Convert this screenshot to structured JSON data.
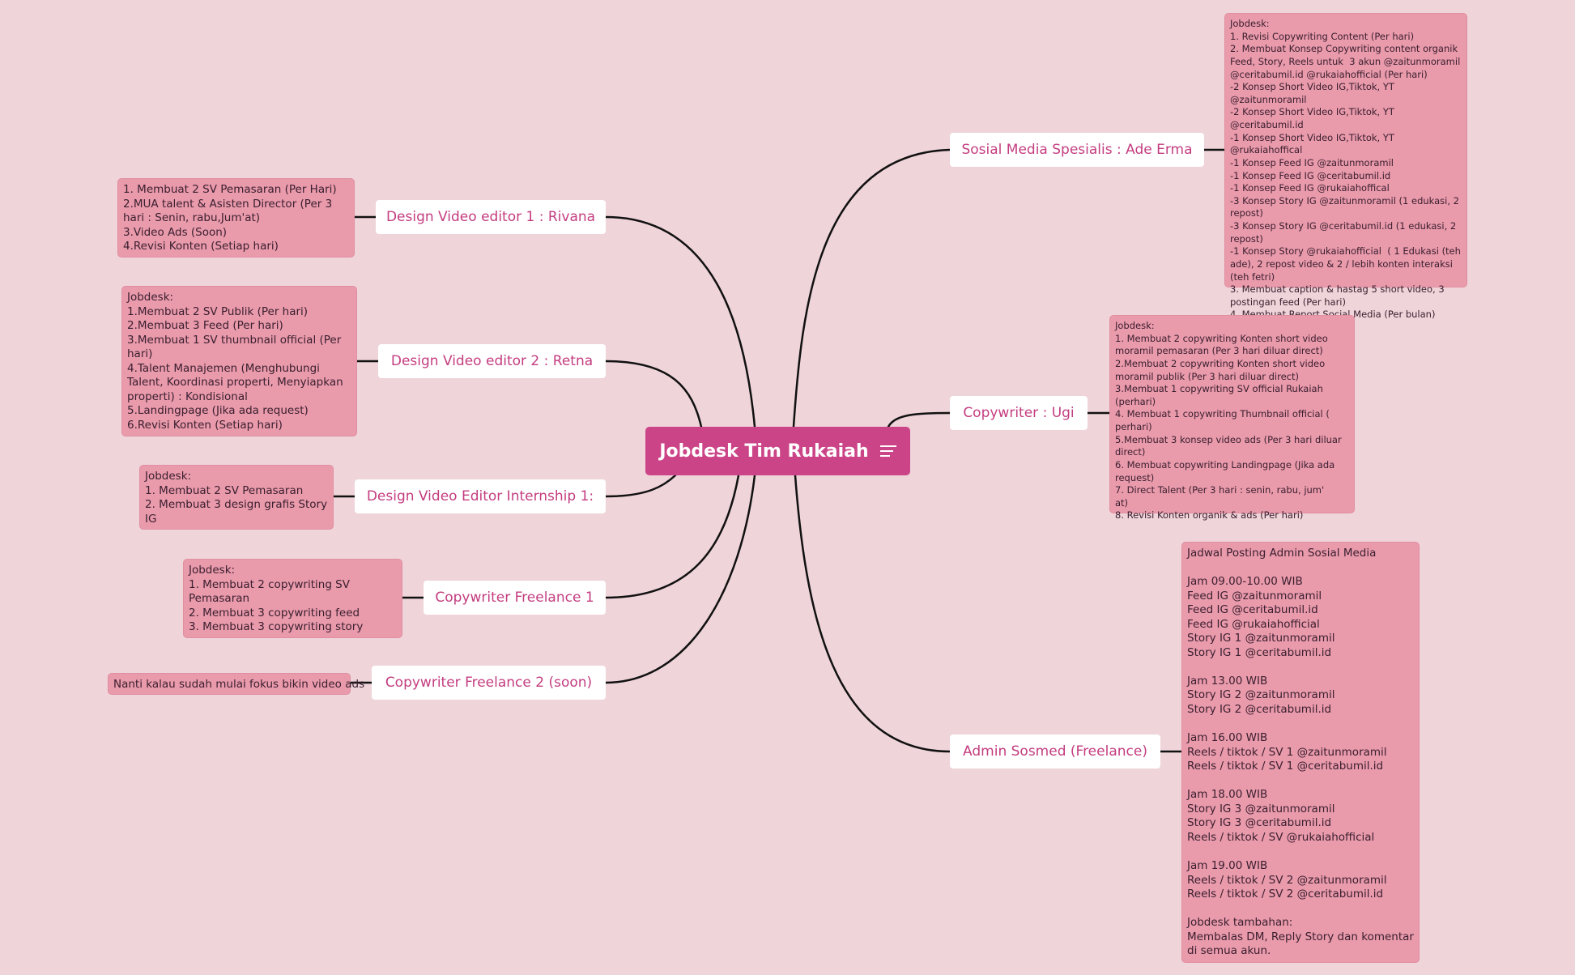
{
  "central": {
    "title": "Jobdesk Tim Rukaiah",
    "icon": "menu-lines-icon"
  },
  "topics": {
    "sosmed_spesialis": "Sosial Media Spesialis : Ade Erma",
    "copywriter_ugi": "Copywriter : Ugi",
    "admin_sosmed": "Admin Sosmed (Freelance)",
    "dve1": "Design Video editor 1 : Rivana",
    "dve2": "Design Video editor 2 : Retna",
    "dve_intern": "Design Video Editor Internship 1:",
    "cw_freelance1": "Copywriter Freelance 1",
    "cw_freelance2": "Copywriter Freelance 2 (soon)"
  },
  "notes": {
    "sosmed_spesialis": "Jobdesk:\n1. Revisi Copywriting Content (Per hari)\n2. Membuat Konsep Copywriting content organik Feed, Story, Reels untuk  3 akun @zaitunmoramil @ceritabumil.id @rukaiahofficial (Per hari)\n-2 Konsep Short Video IG,Tiktok, YT @zaitunmoramil\n-2 Konsep Short Video IG,Tiktok, YT @ceritabumil.id\n-1 Konsep Short Video IG,Tiktok, YT @rukaiahoffical\n-1 Konsep Feed IG @zaitunmoramil\n-1 Konsep Feed IG @ceritabumil.id\n-1 Konsep Feed IG @rukaiahoffical\n-3 Konsep Story IG @zaitunmoramil (1 edukasi, 2 repost)\n-3 Konsep Story IG @ceritabumil.id (1 edukasi, 2 repost)\n-1 Konsep Story @rukaiahofficial  ( 1 Edukasi (teh ade), 2 repost video & 2 / lebih konten interaksi (teh fetri)\n3. Membuat caption & hastag 5 short video, 3 postingan feed (Per hari)\n4. Membuat Report Social Media (Per bulan)",
    "copywriter_ugi": "Jobdesk:\n1. Membuat 2 copywriting Konten short video moramil pemasaran (Per 3 hari diluar direct)\n2.Membuat 2 copywriting Konten short video moramil publik (Per 3 hari diluar direct)\n3.Membuat 1 copywriting SV official Rukaiah (perhari)\n4. Membuat 1 copywriting Thumbnail official ( perhari)\n5.Membuat 3 konsep video ads (Per 3 hari diluar direct)\n6. Membuat copywriting Landingpage (Jika ada request)\n7. Direct Talent (Per 3 hari : senin, rabu, jum'\nat)\n8. Revisi Konten organik & ads (Per hari)",
    "admin_sosmed": "Jadwal Posting Admin Sosial Media\n\nJam 09.00-10.00 WIB\nFeed IG @zaitunmoramil\nFeed IG @ceritabumil.id\nFeed IG @rukaiahofficial\nStory IG 1 @zaitunmoramil\nStory IG 1 @ceritabumil.id\n\nJam 13.00 WIB\nStory IG 2 @zaitunmoramil\nStory IG 2 @ceritabumil.id\n\nJam 16.00 WIB\nReels / tiktok / SV 1 @zaitunmoramil\nReels / tiktok / SV 1 @ceritabumil.id\n\nJam 18.00 WIB\nStory IG 3 @zaitunmoramil\nStory IG 3 @ceritabumil.id\nReels / tiktok / SV @rukaiahofficial\n\nJam 19.00 WIB\nReels / tiktok / SV 2 @zaitunmoramil\nReels / tiktok / SV 2 @ceritabumil.id\n\nJobdesk tambahan:\nMembalas DM, Reply Story dan komentar di semua akun.",
    "dve1": "1. Membuat 2 SV Pemasaran (Per Hari)\n2.MUA talent & Asisten Director (Per 3 hari : Senin, rabu,Jum'at)\n3.Video Ads (Soon)\n4.Revisi Konten (Setiap hari)",
    "dve2": "Jobdesk:\n1.Membuat 2 SV Publik (Per hari)\n2.Membuat 3 Feed (Per hari)\n3.Membuat 1 SV thumbnail official (Per hari)\n4.Talent Manajemen (Menghubungi Talent, Koordinasi properti, Menyiapkan properti) : Kondisional\n5.Landingpage (Jika ada request)\n6.Revisi Konten (Setiap hari)",
    "dve_intern": "Jobdesk:\n1. Membuat 2 SV Pemasaran\n2. Membuat 3 design grafis Story IG",
    "cw_freelance1": "Jobdesk:\n1. Membuat 2 copywriting SV Pemasaran\n2. Membuat 3 copywriting feed\n3. Membuat 3 copywriting story",
    "cw_freelance2": "Nanti kalau sudah mulai fokus bikin video ads"
  }
}
